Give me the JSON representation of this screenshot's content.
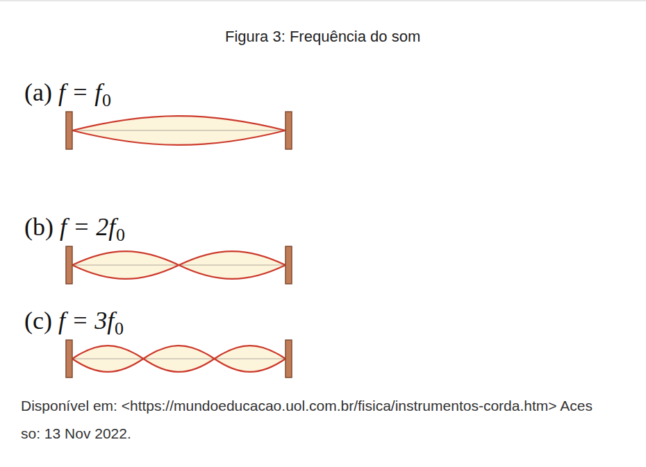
{
  "diagram": {
    "title": "Figura 3: Frequência do som",
    "caption": "Disponível em: <https://mundoeducacao.uol.com.br/fisica/instrumentos-corda.htm> Acesso: 13 Nov 2022.",
    "labels": [
      "(a)",
      "f = f",
      "0",
      "(b)",
      "f = 2f",
      "0",
      "(c)",
      "f = 3f",
      "0"
    ]
  }
}
